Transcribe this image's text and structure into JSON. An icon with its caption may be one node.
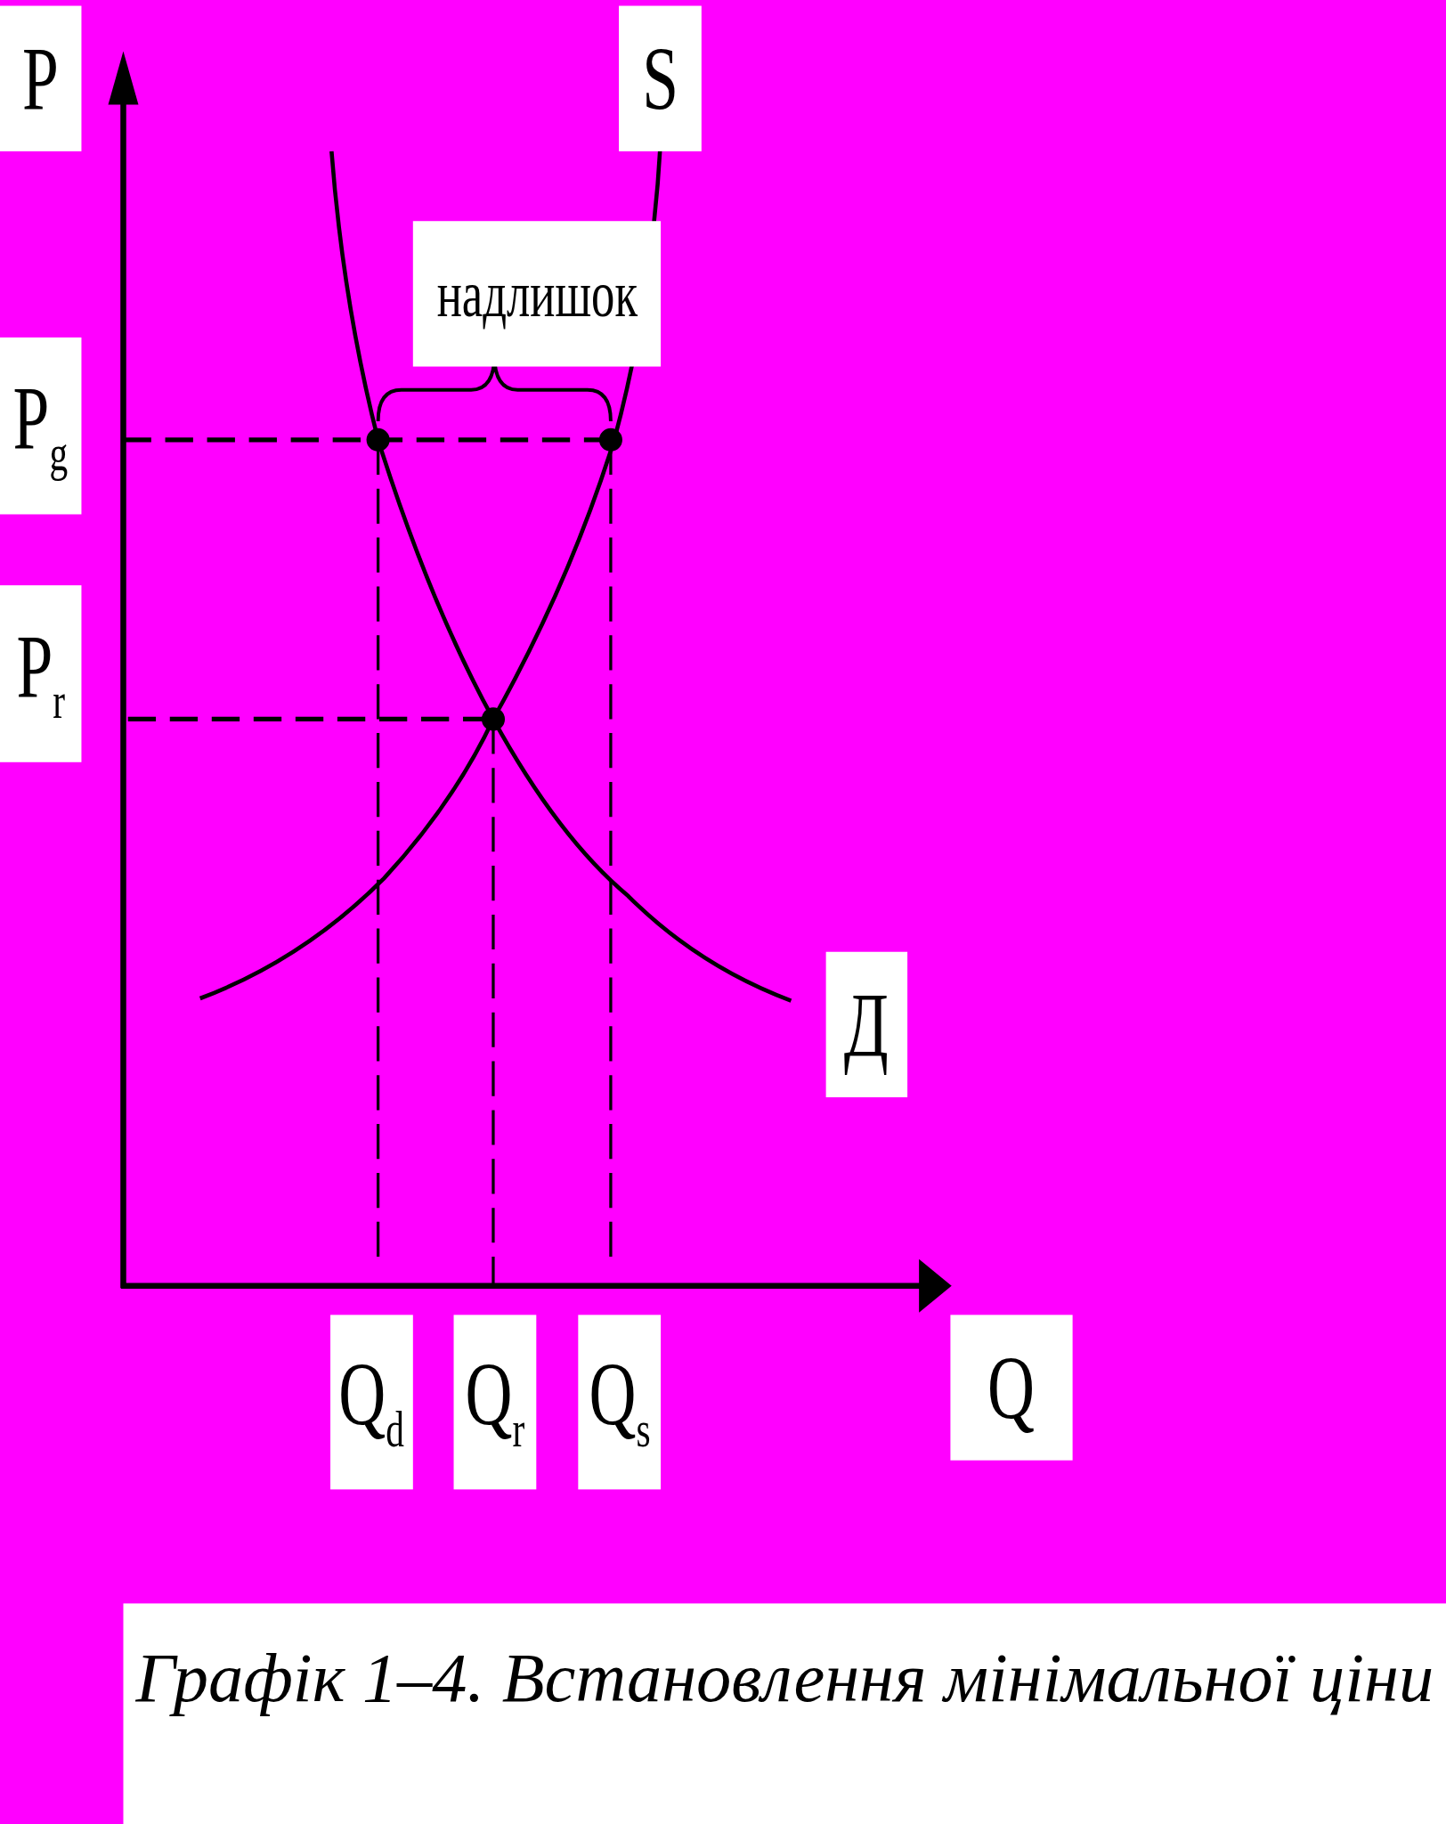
{
  "diagram": {
    "caption": "Графік 1–4. Встановлення мінімальної ціни",
    "labels": [
      "P",
      "S",
      "надлишок",
      "P$_{g}$",
      "P$_{r}$",
      "Д",
      "Q$_{d}$",
      "Q$_{r}$",
      "Q$_{s}$",
      "Q"
    ]
  }
}
